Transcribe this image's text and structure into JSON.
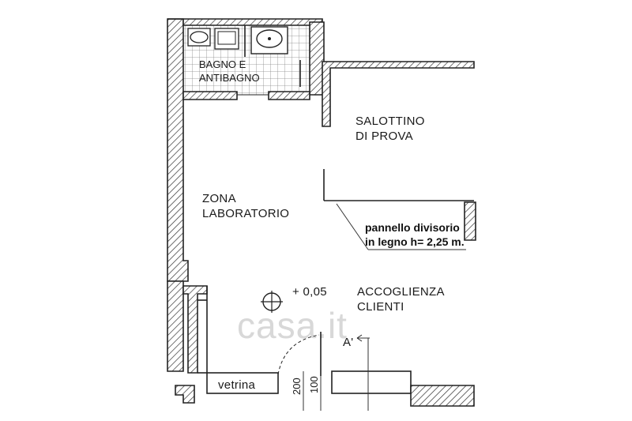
{
  "rooms": {
    "bathroom_line1": "BAGNO E",
    "bathroom_line2": "ANTIBAGNO",
    "fitting_line1": "SALOTTINO",
    "fitting_line2": "DI PROVA",
    "lab_line1": "ZONA",
    "lab_line2": "LABORATORIO",
    "reception_line1": "ACCOGLIENZA",
    "reception_line2": "CLIENTI"
  },
  "notes": {
    "partition_line1": "pannello divisorio",
    "partition_line2": "in legno h= 2,25 m."
  },
  "level": "+ 0,05",
  "section_mark": "A'",
  "shop_window": "vetrina",
  "dimensions": {
    "d100": "100",
    "d200": "200"
  },
  "watermark": "casa.it"
}
